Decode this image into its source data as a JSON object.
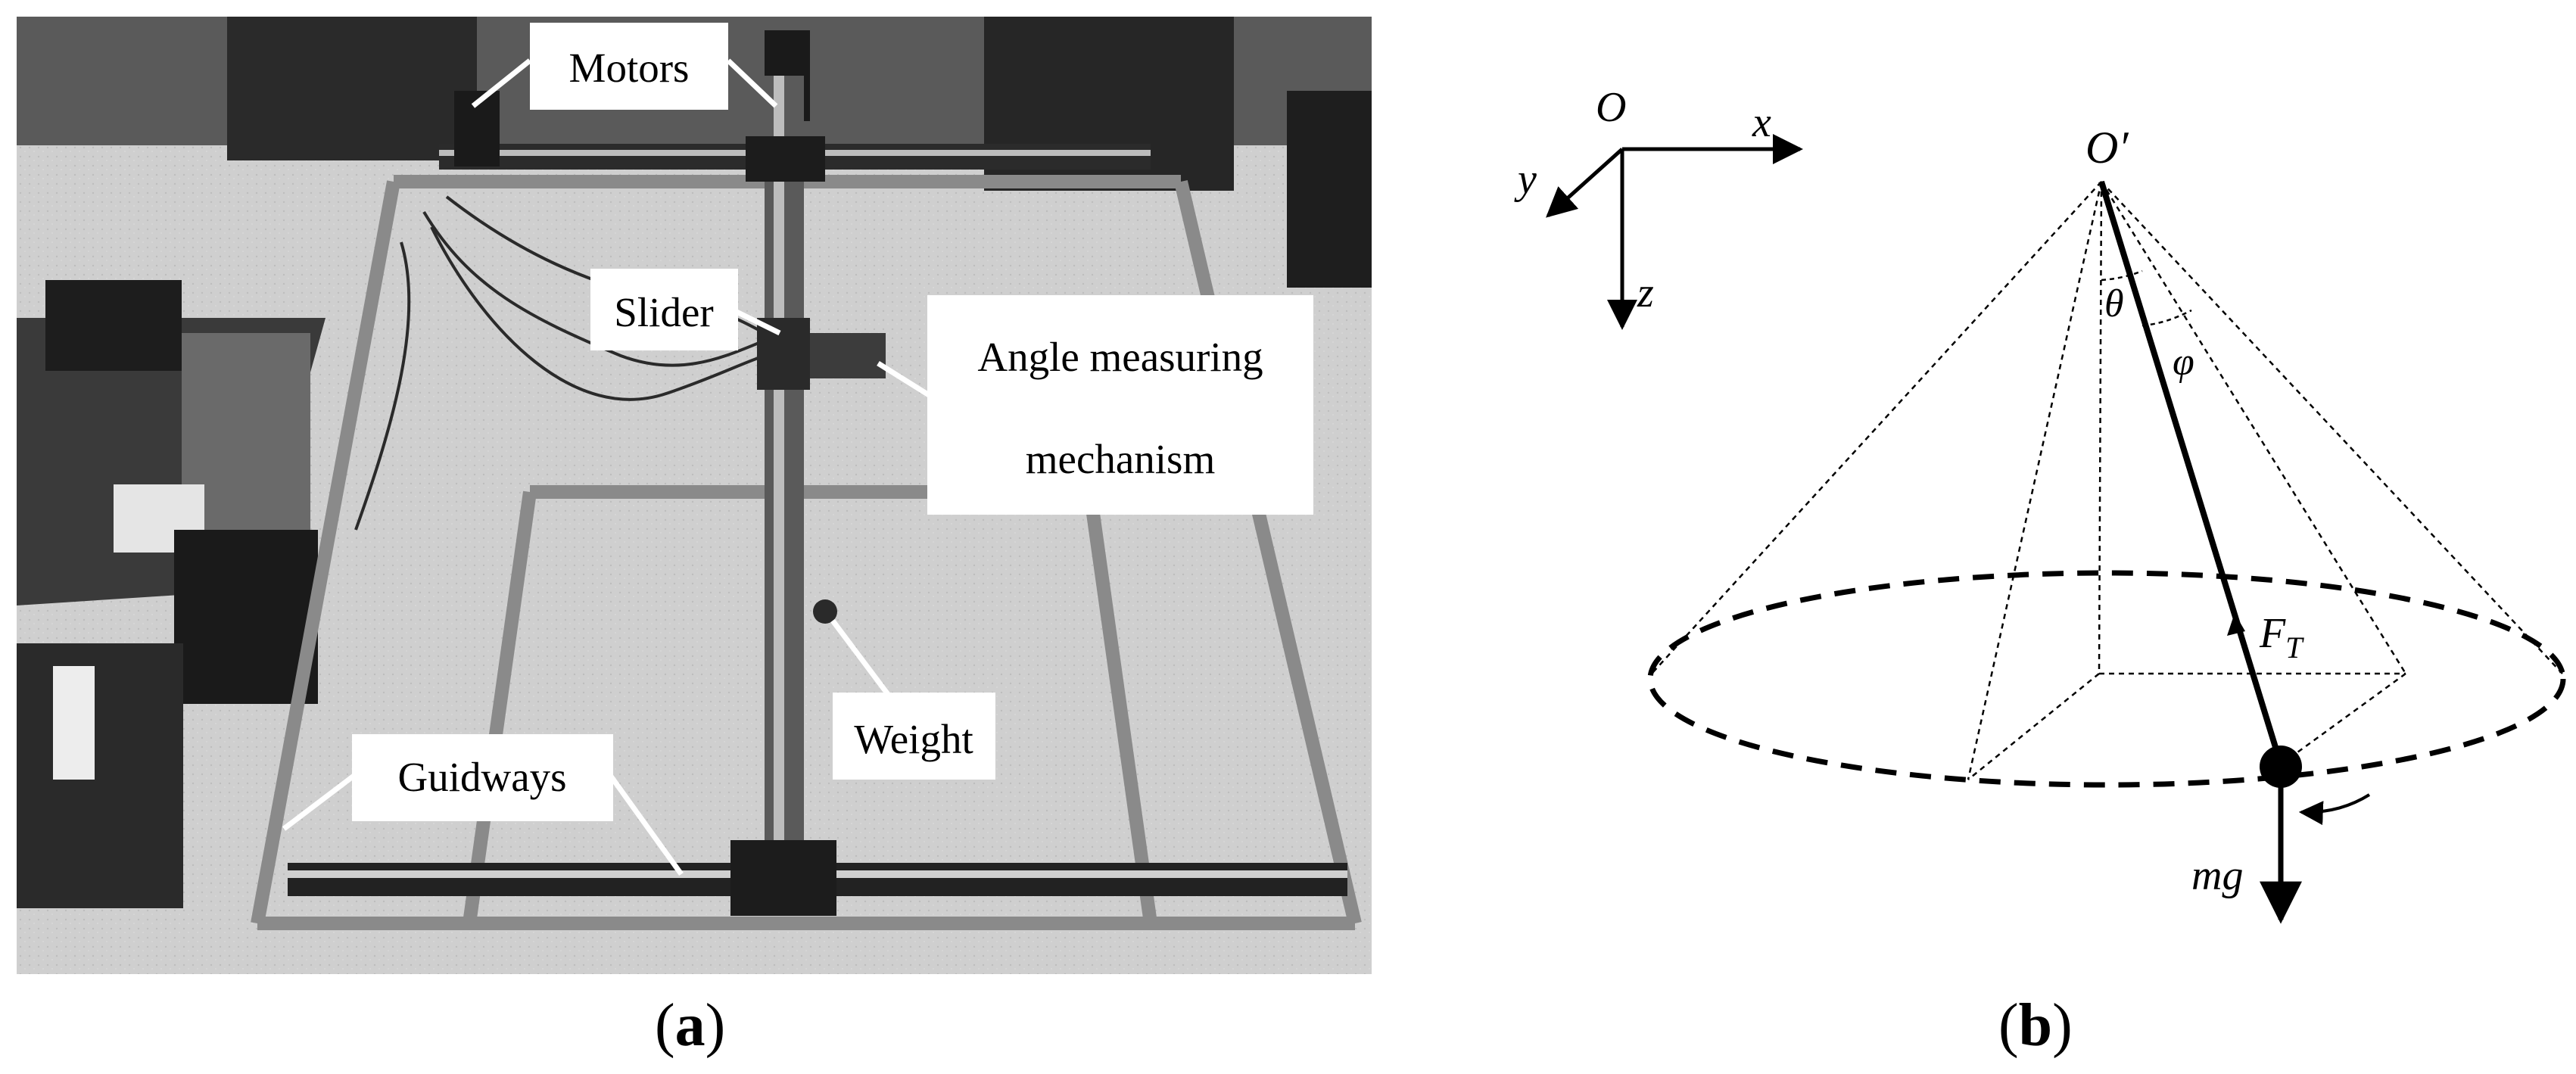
{
  "panel_a": {
    "caption_letter": "a",
    "labels": {
      "motors": "Motors",
      "slider": "Slider",
      "angle_line1": "Angle measuring",
      "angle_line2": "mechanism",
      "weight": "Weight",
      "guidways": "Guidways"
    }
  },
  "panel_b": {
    "caption_letter": "b",
    "labels": {
      "origin": "O",
      "x_axis": "x",
      "y_axis": "y",
      "z_axis": "z",
      "pivot": "O′",
      "theta": "θ",
      "phi": "φ",
      "tension": "F",
      "tension_sub": "T",
      "gravity": "mg"
    }
  }
}
